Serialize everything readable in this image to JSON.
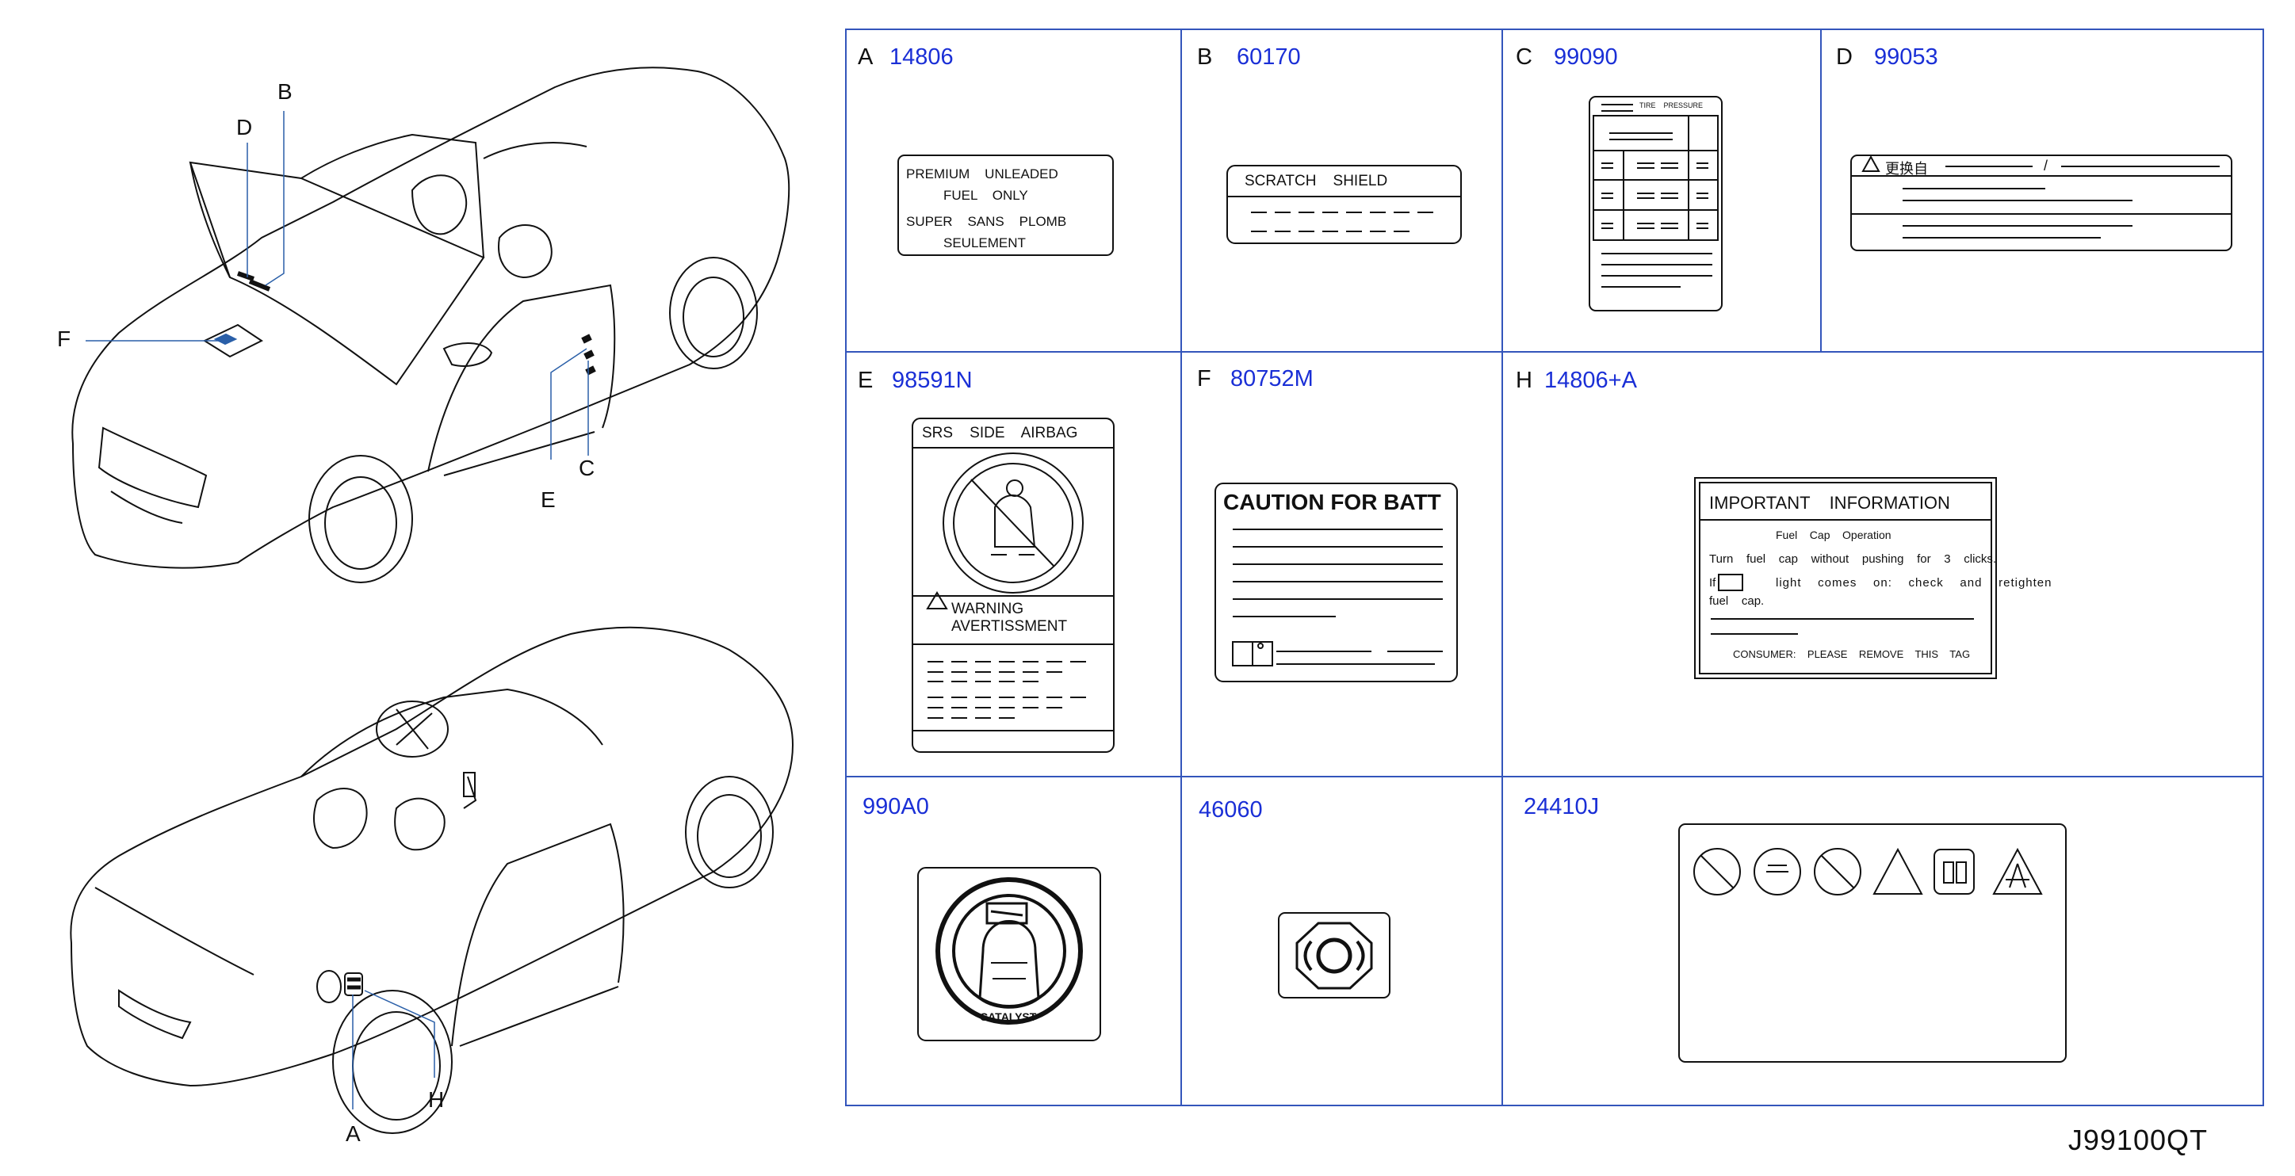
{
  "car_callouts": [
    "D",
    "B",
    "F",
    "E",
    "C",
    "A",
    "H"
  ],
  "labels": [
    {
      "letter": "A",
      "code": "14806",
      "text": {
        "l1": "PREMIUM    UNLEADED",
        "l2": "FUEL    ONLY",
        "l3": "SUPER    SANS    PLOMB",
        "l4": "SEULEMENT"
      }
    },
    {
      "letter": "B",
      "code": "60170",
      "text": {
        "title": "SCRATCH    SHIELD"
      }
    },
    {
      "letter": "C",
      "code": "99090",
      "text": {
        "header": "TIRE    PRESSURE"
      }
    },
    {
      "letter": "D",
      "code": "99053",
      "text": {
        "header": "更换自",
        "slash": "/"
      }
    },
    {
      "letter": "E",
      "code": "98591N",
      "text": {
        "title": "SRS    SIDE    AIRBAG",
        "warning": "WARNING",
        "warning2": "AVERTISSMENT"
      }
    },
    {
      "letter": "F",
      "code": "80752M",
      "text": {
        "title": "CAUTION FOR BATT"
      }
    },
    {
      "letter": "H",
      "code": "14806+A",
      "text": {
        "title": "IMPORTANT    INFORMATION",
        "sub": "Fuel    Cap    Operation",
        "line1": "Turn    fuel    cap    without    pushing    for    3    clicks.",
        "line2a": "If",
        "line2b": "light    comes    on:    check    and    retighten",
        "line3": "fuel    cap.",
        "footer": "CONSUMER:    PLEASE    REMOVE    THIS    TAG"
      }
    },
    {
      "letter": "",
      "code": "990A0",
      "text": {
        "catalyst": "CATALYST"
      }
    },
    {
      "letter": "",
      "code": "46060",
      "text": {}
    },
    {
      "letter": "",
      "code": "24410J",
      "text": {}
    }
  ],
  "drawing_number": "J99100QT",
  "colors": {
    "code_blue": "#1a2fd6",
    "grid_blue": "#3355bb",
    "line": "#111111",
    "label_blue": "#2a5fa8"
  }
}
